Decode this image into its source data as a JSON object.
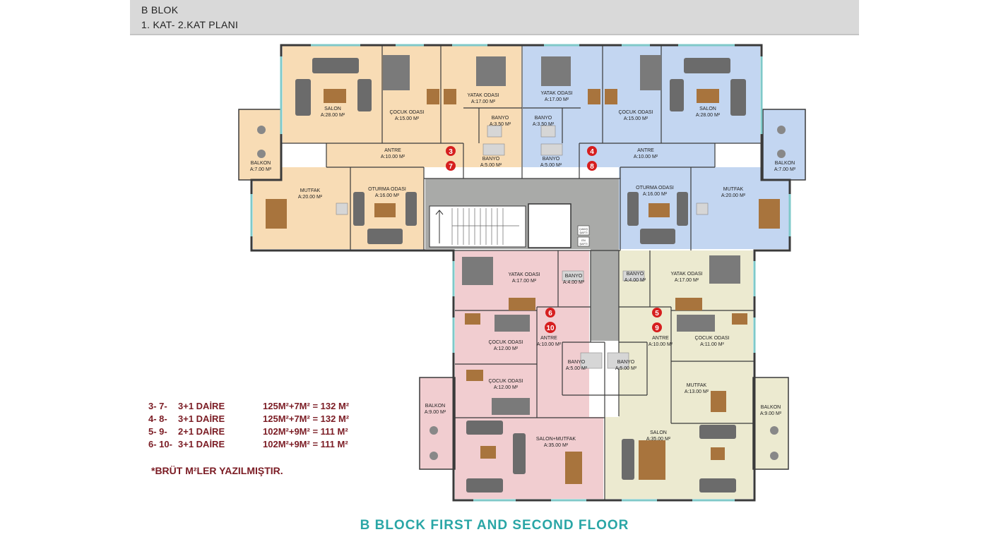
{
  "header": {
    "line1": "B BLOK",
    "line2": "1. KAT- 2.KAT PLANI"
  },
  "colors": {
    "orange": "#f8dcb5",
    "blue": "#c3d6f1",
    "pink": "#f1cdd0",
    "yellow": "#ecead0",
    "core": "#a9aaa8",
    "wall": "#3a3a3a",
    "marker": "#d61f1f",
    "legend": "#7b1c24",
    "caption": "#2aa6a6"
  },
  "rooms": [
    {
      "name": "SALON",
      "area": "A:28.00 M²"
    },
    {
      "name": "ÇOCUK ODASI",
      "area": "A:15.00 M²"
    },
    {
      "name": "YATAK ODASI",
      "area": "A:17.00 M²"
    },
    {
      "name": "BANYO",
      "area": "A:3.50 M²"
    },
    {
      "name": "ANTRE",
      "area": "A:10.00 M²"
    },
    {
      "name": "BANYO",
      "area": "A:5.00 M²"
    },
    {
      "name": "BALKON",
      "area": "A:7.00 M²"
    },
    {
      "name": "MUTFAK",
      "area": "A:20.00 M²"
    },
    {
      "name": "OTURMA ODASI",
      "area": "A:16.00 M²"
    },
    {
      "name": "YATAK ODASI",
      "area": "A:17.00 M²"
    },
    {
      "name": "ÇOCUK ODASI",
      "area": "A:15.00 M²"
    },
    {
      "name": "SALON",
      "area": "A:28.00 M²"
    },
    {
      "name": "BANYO",
      "area": "A:3.50 M²"
    },
    {
      "name": "BANYO",
      "area": "A:5.00 M²"
    },
    {
      "name": "ANTRE",
      "area": "A:10.00 M²"
    },
    {
      "name": "BALKON",
      "area": "A:7.00 M²"
    },
    {
      "name": "OTURMA ODASI",
      "area": "A:16.00 M²"
    },
    {
      "name": "MUTFAK",
      "area": "A:20.00 M²"
    },
    {
      "name": "YATAK ODASI",
      "area": "A:17.00 M²"
    },
    {
      "name": "BANYO",
      "area": "A:4.00 M²"
    },
    {
      "name": "ÇOCUK ODASI",
      "area": "A:12.00 M²"
    },
    {
      "name": "ANTRE",
      "area": "A:10.00 M²"
    },
    {
      "name": "BANYO",
      "area": "A:5.00 M²"
    },
    {
      "name": "ÇOCUK ODASI",
      "area": "A:12.00 M²"
    },
    {
      "name": "BALKON",
      "area": "A:9.00 M²"
    },
    {
      "name": "SALON+MUTFAK",
      "area": "A:35.00 M²"
    },
    {
      "name": "BANYO",
      "area": "A:4.00 M²"
    },
    {
      "name": "YATAK ODASI",
      "area": "A:17.00 M²"
    },
    {
      "name": "ANTRE",
      "area": "A:10.00 M²"
    },
    {
      "name": "ÇOCUK ODASI",
      "area": "A:11.00 M²"
    },
    {
      "name": "BANYO",
      "area": "A:5.00 M²"
    },
    {
      "name": "MUTFAK",
      "area": "A:13.00 M²"
    },
    {
      "name": "BALKON",
      "area": "A:9.00 M²"
    },
    {
      "name": "SALON",
      "area": "A:35.00 M²"
    }
  ],
  "shafts": [
    "ÇAKIŞ",
    "ŞAFTI",
    "EN",
    "ŞAFTI"
  ],
  "markers": [
    "3",
    "7",
    "4",
    "8",
    "6",
    "10",
    "5",
    "9"
  ],
  "legend": [
    {
      "num": "3- 7-",
      "type": "3+1 DAİRE",
      "area": "125M²+7M² = 132 M²"
    },
    {
      "num": "4- 8-",
      "type": "3+1 DAİRE",
      "area": "125M²+7M² = 132 M²"
    },
    {
      "num": "5- 9-",
      "type": "2+1 DAİRE",
      "area": "102M²+9M² = 111 M²"
    },
    {
      "num": "6- 10-",
      "type": "3+1 DAİRE",
      "area": "102M²+9M² = 111 M²"
    }
  ],
  "note": "*BRÜT M²LER YAZILMIŞTIR.",
  "caption": "B BLOCK FIRST AND SECOND FLOOR"
}
